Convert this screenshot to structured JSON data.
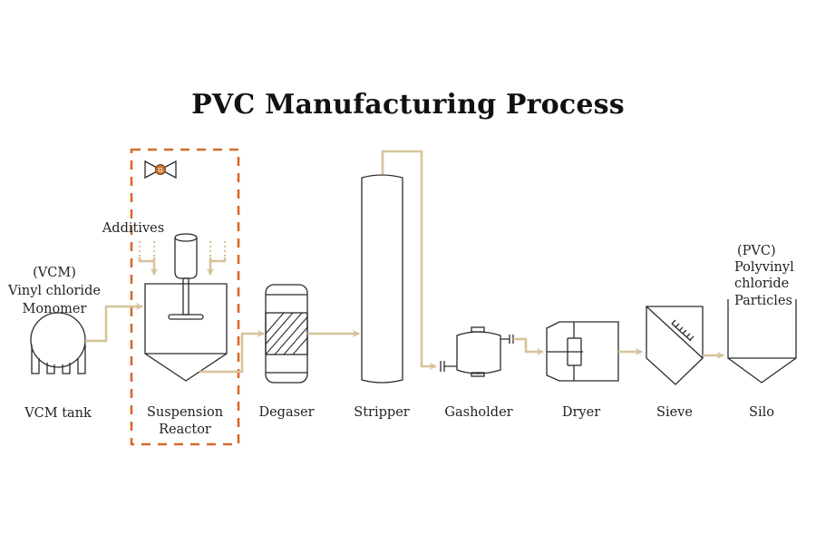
{
  "title": "PVC Manufacturing Process",
  "colors": {
    "pipe": "#d6c39a",
    "highlight_box": "#d9692a",
    "valve_fill": "#c8752f",
    "equipment_stroke": "#2b2b2b"
  },
  "inputs": {
    "vcm": [
      "(VCM)",
      "Vinyl chloride",
      "Monomer"
    ],
    "additives": "Additives"
  },
  "valve": {
    "icon": "valve-icon",
    "symbol": "G"
  },
  "output": [
    "(PVC)",
    "Polyvinyl",
    "chloride",
    "Particles"
  ],
  "equipment": [
    {
      "id": "vcm-tank",
      "label": [
        "VCM tank"
      ]
    },
    {
      "id": "suspension-reactor",
      "label": [
        "Suspension",
        "Reactor"
      ],
      "highlighted": true
    },
    {
      "id": "degaser",
      "label": [
        "Degaser"
      ]
    },
    {
      "id": "stripper",
      "label": [
        "Stripper"
      ]
    },
    {
      "id": "gasholder",
      "label": [
        "Gasholder"
      ]
    },
    {
      "id": "dryer",
      "label": [
        "Dryer"
      ]
    },
    {
      "id": "sieve",
      "label": [
        "Sieve"
      ]
    },
    {
      "id": "silo",
      "label": [
        "Silo"
      ]
    }
  ]
}
